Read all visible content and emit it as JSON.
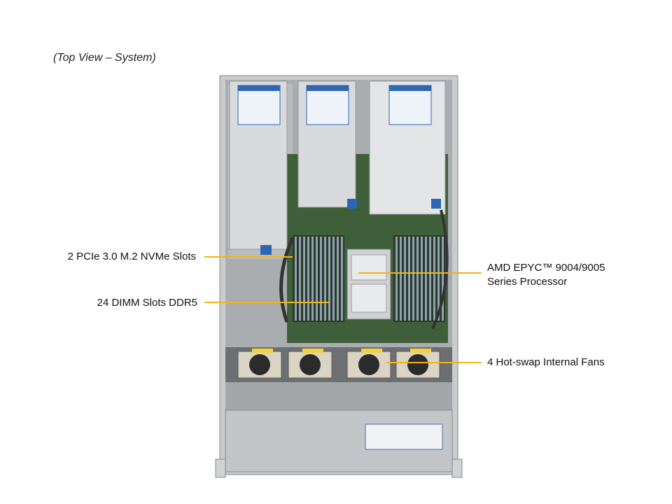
{
  "caption": "(Top View – System)",
  "callouts": {
    "m2": "2 PCIe 3.0 M.2 NVMe Slots",
    "dimm": "24 DIMM Slots DDR5",
    "cpu_line1": "AMD EPYC™ 9004/9005",
    "cpu_line2": "Series Processor",
    "fans": "4 Hot-swap Internal Fans"
  },
  "colors": {
    "leader": "#f2b316",
    "chassis": "#c9ccce",
    "board": "#3f5f3a",
    "riser": "#d8dadc",
    "label_blue": "#2f66b3",
    "fan_handle": "#f3d23a"
  }
}
